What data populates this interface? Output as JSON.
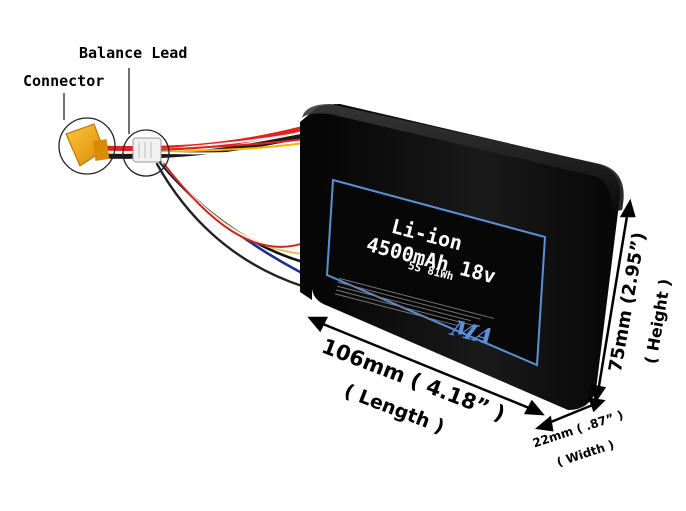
{
  "callouts": {
    "balance_lead": "Balance Lead",
    "connector": "Connector"
  },
  "battery_label": {
    "chemistry": "Li-ion",
    "capacity_voltage": "4500mAh 18v",
    "config_energy": "5S 81Wh",
    "brand_mark": "MA"
  },
  "dimensions": {
    "length_value": "106mm ( 4.18” )",
    "length_name": "( Length )",
    "height_value": "75mm (2.95”)",
    "height_name": "( Height )",
    "width_value": "22mm ( .87” )",
    "width_name": "( Width )"
  },
  "colors": {
    "battery_body": "#0d0d0d",
    "label_border": "#5b8fd6",
    "label_text": "#ffffff",
    "connector": "#f2a310",
    "wire_red": "#e0231b",
    "wire_black": "#1a1a1a"
  }
}
